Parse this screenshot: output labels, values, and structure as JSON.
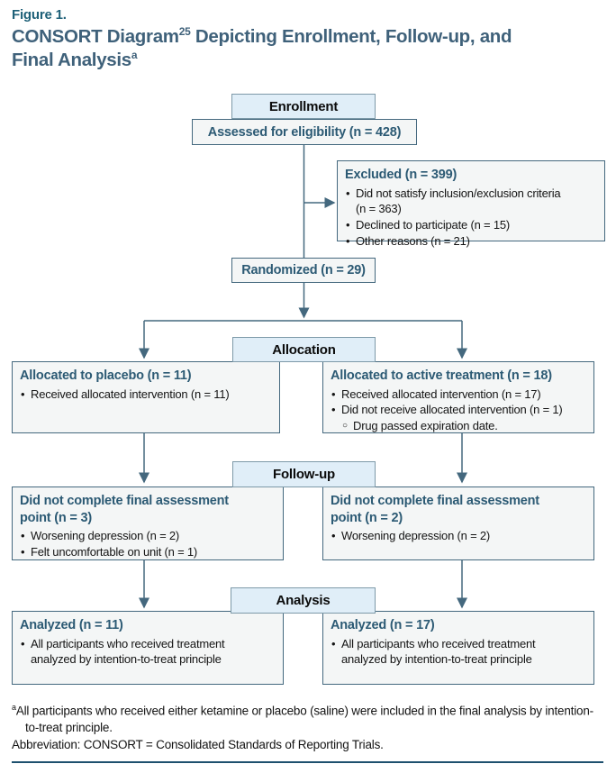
{
  "figure": {
    "label": "Figure 1.",
    "title": {
      "part1": "CONSORT Diagram",
      "sup1": "25",
      "part2": " Depicting Enrollment, Follow-up, and",
      "part3": "Final Analysis",
      "sup2": "a"
    }
  },
  "stages": {
    "enrollment": "Enrollment",
    "allocation": "Allocation",
    "followup": "Follow-up",
    "analysis": "Analysis"
  },
  "nodes": {
    "assessed": {
      "title": "Assessed for eligibility (n = 428)"
    },
    "excluded": {
      "title": "Excluded (n = 399)",
      "bullets": [
        "Did not satisfy inclusion/exclusion criteria (n = 363)",
        "Declined to participate (n = 15)",
        "Other reasons (n = 21)"
      ]
    },
    "randomized": {
      "title": "Randomized (n = 29)"
    },
    "allocated_placebo": {
      "title": "Allocated to placebo (n = 11)",
      "bullets": [
        "Received allocated intervention (n = 11)"
      ]
    },
    "allocated_active": {
      "title": "Allocated to active treatment (n = 18)",
      "bullets": [
        "Received allocated intervention (n = 17)",
        "Did not receive allocated intervention (n = 1)"
      ],
      "sub_bullet": "Drug passed expiration date."
    },
    "followup_placebo": {
      "title": "Did not complete final assessment point (n = 3)",
      "bullets": [
        "Worsening depression (n = 2)",
        "Felt uncomfortable on unit (n = 1)"
      ]
    },
    "followup_active": {
      "title": "Did not complete final assessment point (n = 2)",
      "bullets": [
        "Worsening depression (n = 2)"
      ]
    },
    "analyzed_placebo": {
      "title": "Analyzed (n = 11)",
      "bullets": [
        "All participants who received treatment analyzed by intention-to-treat principle"
      ]
    },
    "analyzed_active": {
      "title": "Analyzed (n = 17)",
      "bullets": [
        "All participants who received treatment analyzed by intention-to-treat principle"
      ]
    }
  },
  "footnotes": {
    "sup": "a",
    "text": "All participants who received either ketamine or placebo (saline) were included in the final analysis by intention-to-treat principle.",
    "abbreviation": "Abbreviation: CONSORT = Consolidated Standards of Reporting Trials."
  },
  "colors": {
    "accent_teal": "#1e6078",
    "title_slate": "#3f617a",
    "node_title": "#2c5a74",
    "stage_bg": "#e0eef8",
    "node_bg": "#f4f6f6",
    "border": "#44687e",
    "rule": "#1d506e"
  }
}
